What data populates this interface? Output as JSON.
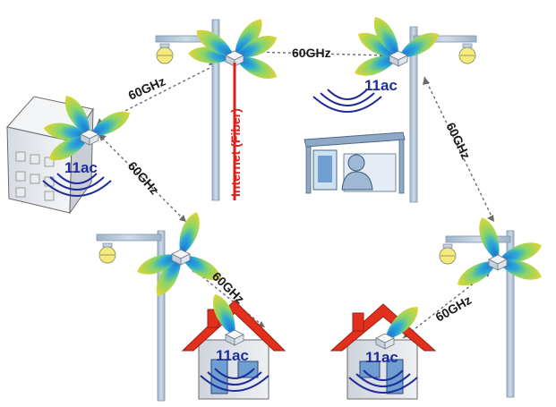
{
  "colors": {
    "pole": "#b8c9da",
    "pole_edge": "#7f97b0",
    "lamp": "#f4eb7a",
    "beam_outer": "#f2d830",
    "beam_mid": "#7fd06a",
    "beam_inner": "#2a8fd8",
    "wave": "#1f2d9c",
    "roof": "#e1301c",
    "house_wall": "#dfe3ea",
    "fiber": "#d9221c",
    "link": "#6a6a6a"
  },
  "labels": {
    "link_top": "60GHz",
    "link_left_upper": "60GHz",
    "link_left_lower": "60GHz",
    "link_right": "60GHz",
    "link_mid_house": "60GHz",
    "link_right_house": "60GHz",
    "fiber": "Internet (Fiber)",
    "ac_building": "11ac",
    "ac_busstop": "11ac",
    "ac_house_left": "11ac",
    "ac_house_right": "11ac"
  },
  "icons": {
    "pole": "street-lamp-pole",
    "access_point": "wireless-access-point",
    "building": "office-building",
    "bus_stop": "bus-stop-shelter",
    "house": "house",
    "person": "person"
  }
}
